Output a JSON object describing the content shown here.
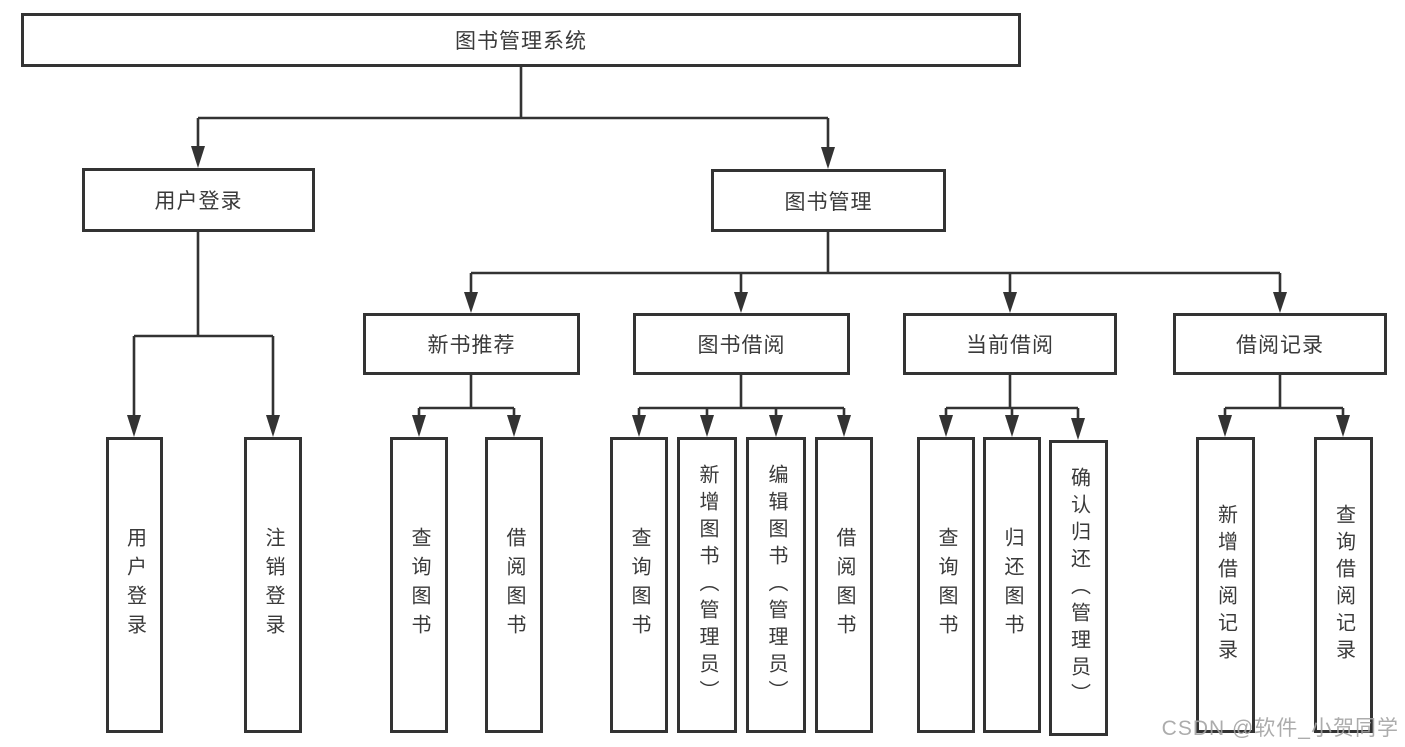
{
  "colors": {
    "line": "#333333",
    "border": "#333333",
    "text": "#3a3a3a",
    "background": "#ffffff",
    "watermark": "#a3a3a3"
  },
  "diagram": {
    "root": {
      "label": "图书管理系统"
    },
    "level2": [
      {
        "label": "用户登录"
      },
      {
        "label": "图书管理"
      }
    ],
    "level3": [
      {
        "label": "新书推荐"
      },
      {
        "label": "图书借阅"
      },
      {
        "label": "当前借阅"
      },
      {
        "label": "借阅记录"
      }
    ],
    "leaves": {
      "user_login": [
        "用户登录",
        "注销登录"
      ],
      "new_book": [
        "查询图书",
        "借阅图书"
      ],
      "book_borrow": [
        "查询图书",
        "新增图书（管理员）",
        "编辑图书（管理员）",
        "借阅图书"
      ],
      "current_borrow": [
        "查询图书",
        "归还图书",
        "确认归还（管理员）"
      ],
      "borrow_records": [
        "新增借阅记录",
        "查询借阅记录"
      ]
    }
  },
  "watermark": {
    "text": "CSDN @软件_小贺同学"
  }
}
